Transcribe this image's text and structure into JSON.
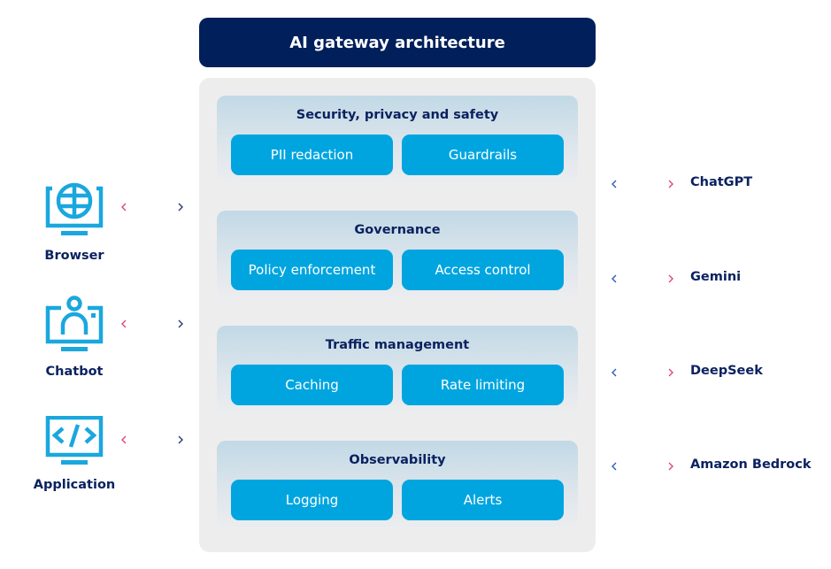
{
  "title": "AI gateway architecture",
  "layers": [
    {
      "title": "Security, privacy and safety",
      "items": [
        "PII redaction",
        "Guardrails"
      ]
    },
    {
      "title": "Governance",
      "items": [
        "Policy enforcement",
        "Access control"
      ]
    },
    {
      "title": "Traffic management",
      "items": [
        "Caching",
        "Rate limiting"
      ]
    },
    {
      "title": "Observability",
      "items": [
        "Logging",
        "Alerts"
      ]
    }
  ],
  "clients": [
    {
      "label": "Browser",
      "icon": "globe-monitor-icon"
    },
    {
      "label": "Chatbot",
      "icon": "person-monitor-icon"
    },
    {
      "label": "Application",
      "icon": "code-monitor-icon"
    }
  ],
  "providers": [
    "ChatGPT",
    "Gemini",
    "DeepSeek",
    "Amazon Bedrock"
  ],
  "colors": {
    "navy": "#001f5b",
    "text_dark": "#0b2260",
    "chip_blue": "#00a5e0",
    "icon_blue": "#1aa7de",
    "arrow_pink": "#e0457f",
    "arrow_blue": "#2f5bb7",
    "panel_gray": "#eeedee"
  }
}
